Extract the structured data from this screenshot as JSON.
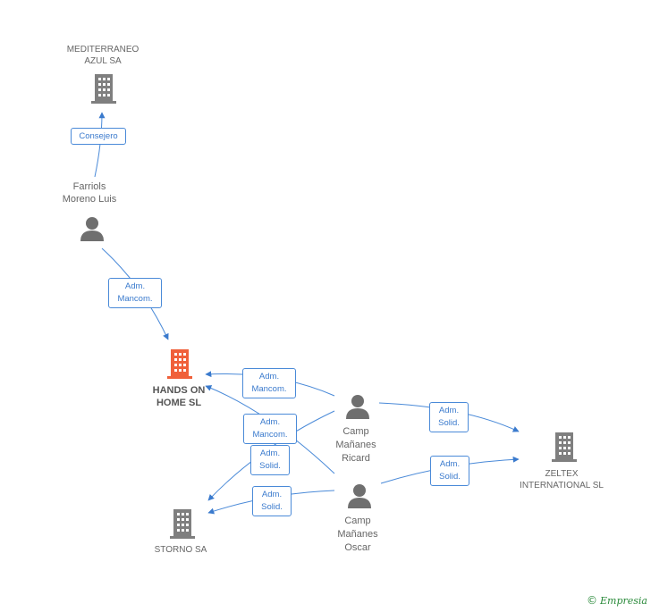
{
  "nodes": {
    "mediterraneo": {
      "label_line1": "MEDITERRANEO",
      "label_line2": "AZUL SA"
    },
    "farriols": {
      "label_line1": "Farriols",
      "label_line2": "Moreno Luis"
    },
    "hands_on": {
      "label_line1": "HANDS ON",
      "label_line2": "HOME SL"
    },
    "camp_ricard": {
      "label_line1": "Camp",
      "label_line2": "Mañanes",
      "label_line3": "Ricard"
    },
    "zeltex": {
      "label_line1": "ZELTEX",
      "label_line2": "INTERNATIONAL SL"
    },
    "camp_oscar": {
      "label_line1": "Camp",
      "label_line2": "Mañanes",
      "label_line3": "Oscar"
    },
    "storno": {
      "label_line1": "STORNO SA"
    }
  },
  "relations": {
    "consejero": {
      "line1": "Consejero"
    },
    "farriols_hands": {
      "line1": "Adm.",
      "line2": "Mancom."
    },
    "ricard_hands": {
      "line1": "Adm.",
      "line2": "Mancom."
    },
    "oscar_hands": {
      "line1": "Adm.",
      "line2": "Mancom."
    },
    "ricard_zeltex": {
      "line1": "Adm.",
      "line2": "Solid."
    },
    "oscar_zeltex": {
      "line1": "Adm.",
      "line2": "Solid."
    },
    "ricard_storno": {
      "line1": "Adm.",
      "line2": "Solid."
    },
    "oscar_storno": {
      "line1": "Adm.",
      "line2": "Solid."
    }
  },
  "footer": {
    "copyright_symbol": "©",
    "brand": "Empresia"
  },
  "colors": {
    "link": "#4a8ad8",
    "company_icon": "#7f7f7f",
    "main_company_icon": "#f0603a",
    "person_icon": "#6f6f6f"
  }
}
